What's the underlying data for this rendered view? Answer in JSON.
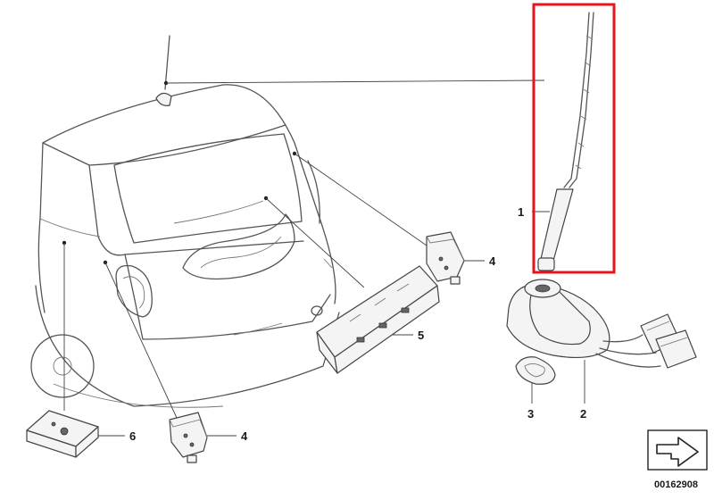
{
  "diagram": {
    "callouts": [
      {
        "id": "label-1",
        "text": "1"
      },
      {
        "id": "label-2",
        "text": "2"
      },
      {
        "id": "label-3",
        "text": "3"
      },
      {
        "id": "label-4a",
        "text": "4"
      },
      {
        "id": "label-4b",
        "text": "4"
      },
      {
        "id": "label-5",
        "text": "5"
      },
      {
        "id": "label-6",
        "text": "6"
      }
    ],
    "document_id": "00162908",
    "highlight_color": "#e8141c"
  }
}
